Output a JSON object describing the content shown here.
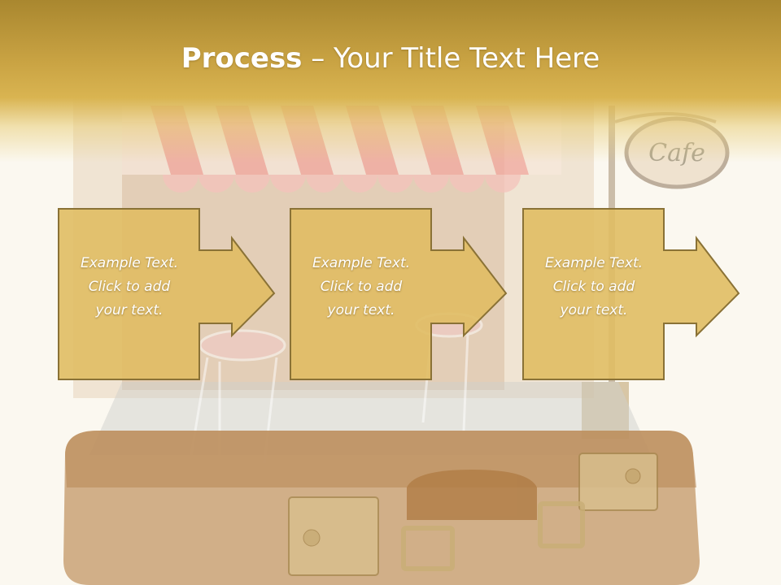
{
  "slide": {
    "title_bold": "Process",
    "title_rest": " – Your Title Text Here"
  },
  "steps": [
    {
      "text": "Example Text.\nClick  to add\nyour text."
    },
    {
      "text": "Example Text.\nClick  to add\nyour text."
    },
    {
      "text": "Example Text.\nClick  to add\nyour text."
    }
  ],
  "colors": {
    "box_fill": "#e0bc63",
    "box_stroke": "#8a7236",
    "header": "#c9a343"
  },
  "icons": [
    "cafe-sign-icon"
  ]
}
